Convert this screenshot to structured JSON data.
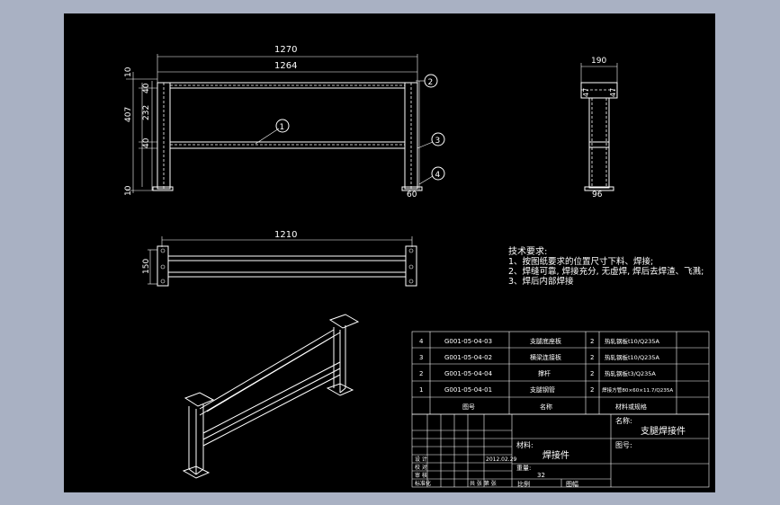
{
  "dimensions": {
    "overall_length": "1270",
    "inner_length": "1264",
    "top_view_length": "1210",
    "left_top": "10",
    "left_bottom": "10",
    "left_height": "407",
    "left_upper_40": "40",
    "left_mid": "232",
    "left_lower_40": "40",
    "post_width": "60",
    "side_width": "190",
    "side_left_47": "47",
    "side_right_47": "47",
    "side_bottom": "96",
    "top_view_depth": "150"
  },
  "balloons": [
    "1",
    "2",
    "3",
    "4"
  ],
  "notes": {
    "heading": "技术要求:",
    "lines": [
      "1、按图纸要求的位置尺寸下料、焊接;",
      "2、焊缝可靠, 焊接充分, 无虚焊, 焊后去焊渣、飞溅;",
      "3、焊后内部焊接"
    ]
  },
  "bom": {
    "rows": [
      {
        "no": "4",
        "code": "G001-05-04-03",
        "name": "支腿底座板",
        "qty": "2",
        "material": "热轧钢板t10/Q235A"
      },
      {
        "no": "3",
        "code": "G001-05-04-02",
        "name": "横梁连接板",
        "qty": "2",
        "material": "热轧钢板t10/Q235A"
      },
      {
        "no": "2",
        "code": "G001-05-04-04",
        "name": "撑杆",
        "qty": "2",
        "material": "热轧钢板t3/Q235A"
      },
      {
        "no": "1",
        "code": "G001-05-04-01",
        "name": "支腿钢管",
        "qty": "2",
        "material": "焊接方管80×60×11.7/Q235A"
      }
    ],
    "header": {
      "no": "",
      "code": "图号",
      "name": "名称",
      "qty": "",
      "material": "材料或规格"
    }
  },
  "title_block": {
    "name_label": "名称:",
    "part_name": "支腿焊接件",
    "material_label": "材料:",
    "drawing_no_label": "图号:",
    "type": "焊接件",
    "date": "2012.02.29",
    "weight_label": "重量:",
    "weight": "32",
    "scale_label": "比例",
    "sheet_label": "图幅",
    "design_label": "设 计",
    "check_label": "校 对",
    "approve_label": "审 核",
    "standard_label": "标准化",
    "footer_label": "共 张 第 张"
  }
}
